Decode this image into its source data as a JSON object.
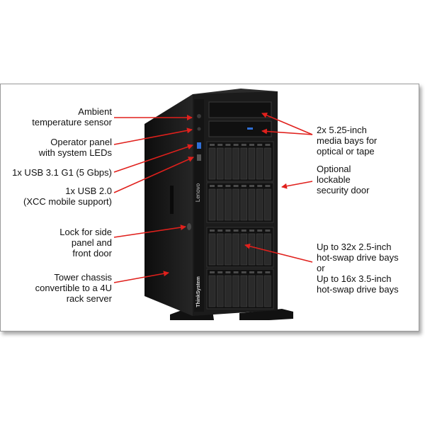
{
  "callouts": {
    "ambient": [
      "Ambient",
      "temperature sensor"
    ],
    "operator": [
      "Operator panel",
      "with system LEDs"
    ],
    "usb31": [
      "1x USB 3.1 G1 (5 Gbps)"
    ],
    "usb20": [
      "1x USB 2.0",
      "(XCC mobile support)"
    ],
    "lock": [
      "Lock for side",
      "panel and",
      "front door"
    ],
    "tower": [
      "Tower chassis",
      "convertible to a 4U",
      "rack server"
    ],
    "media": [
      "2x 5.25-inch",
      "media bays for",
      "optical or tape"
    ],
    "door": [
      "Optional",
      "lockable",
      "security door"
    ],
    "drives": [
      "Up to 32x 2.5-inch",
      "hot-swap drive bays",
      "or",
      "Up to 16x 3.5-inch",
      "hot-swap drive bays"
    ]
  },
  "branding": {
    "side": "Lenovo",
    "front": "ThinkSystem"
  },
  "colors": {
    "arrow": "#e0201c",
    "chassis": "#1b1b1b",
    "bay": "#2a2a2a"
  }
}
